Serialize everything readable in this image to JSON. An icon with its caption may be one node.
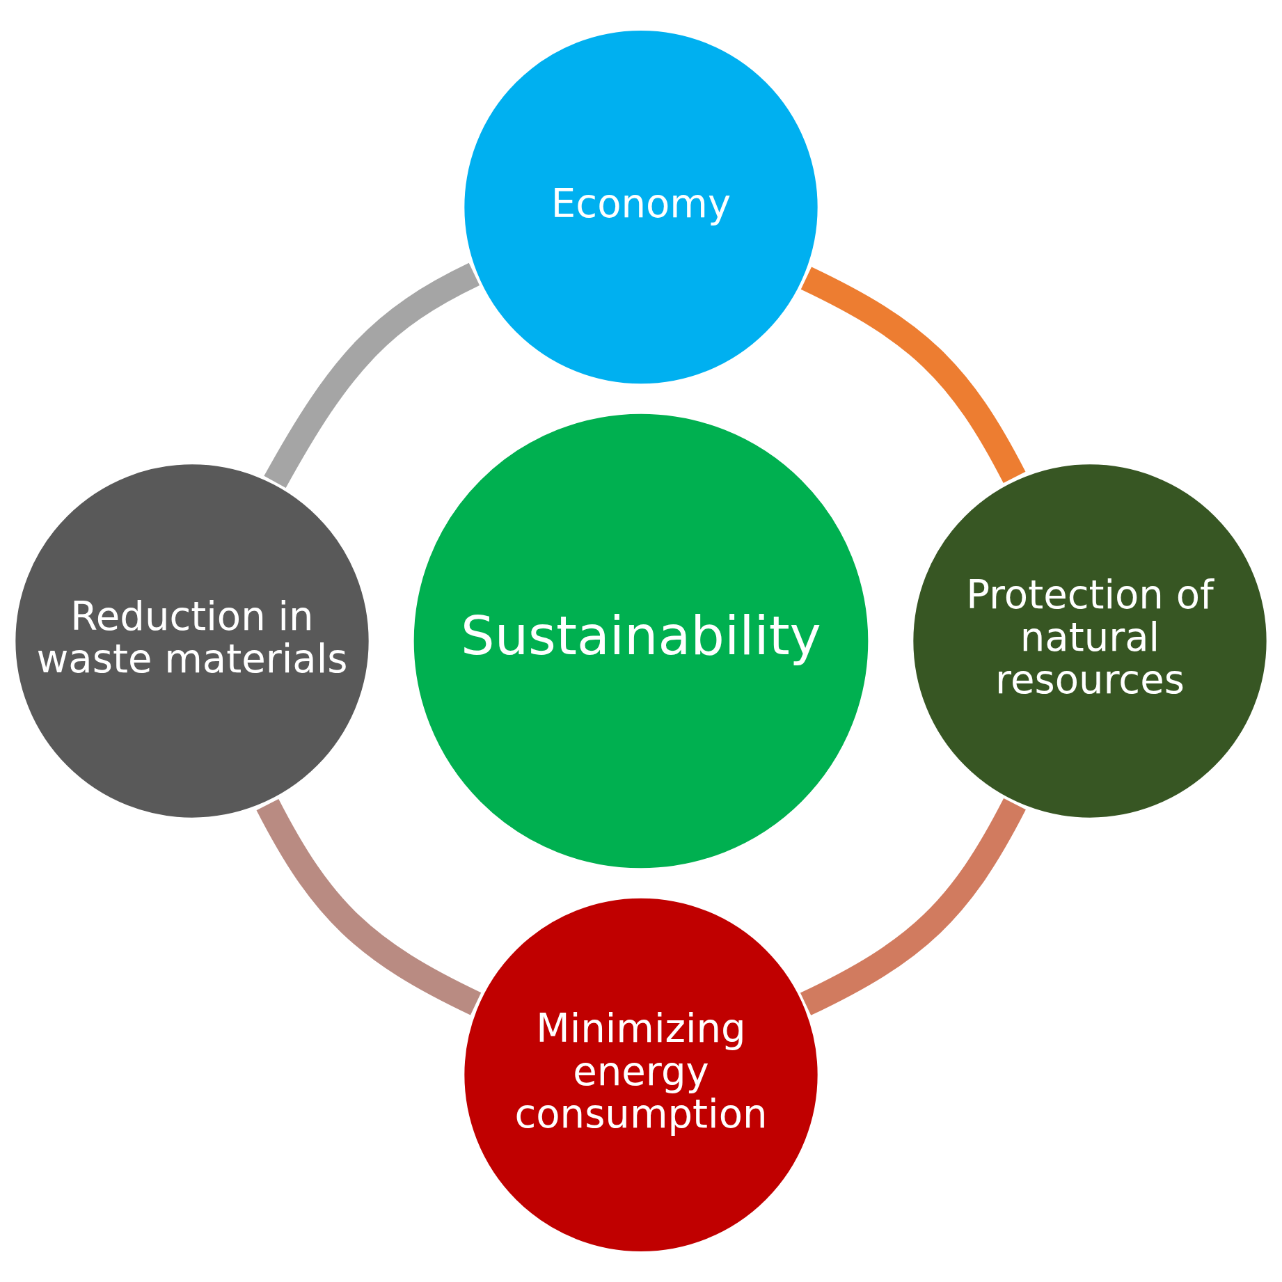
{
  "diagram": {
    "nodes": [
      {
        "text": [
          "Economy"
        ]
      },
      {
        "text": [
          "Reduction in waste materials"
        ]
      },
      {
        "text": [
          "Sustainability"
        ]
      },
      {
        "text": [
          "Protection of natural resources"
        ]
      },
      {
        "text": [
          "Minimizing energy consumption"
        ]
      }
    ],
    "edges": [
      {
        "from": 0,
        "to": 3,
        "arrow": "none",
        "color": "#ed7d31"
      },
      {
        "from": 3,
        "to": 4,
        "arrow": "none",
        "color": "#d17b5f"
      },
      {
        "from": 4,
        "to": 1,
        "arrow": "none",
        "color": "#b98b82"
      },
      {
        "from": 1,
        "to": 0,
        "arrow": "none",
        "color": "#a5a5a5"
      }
    ]
  }
}
